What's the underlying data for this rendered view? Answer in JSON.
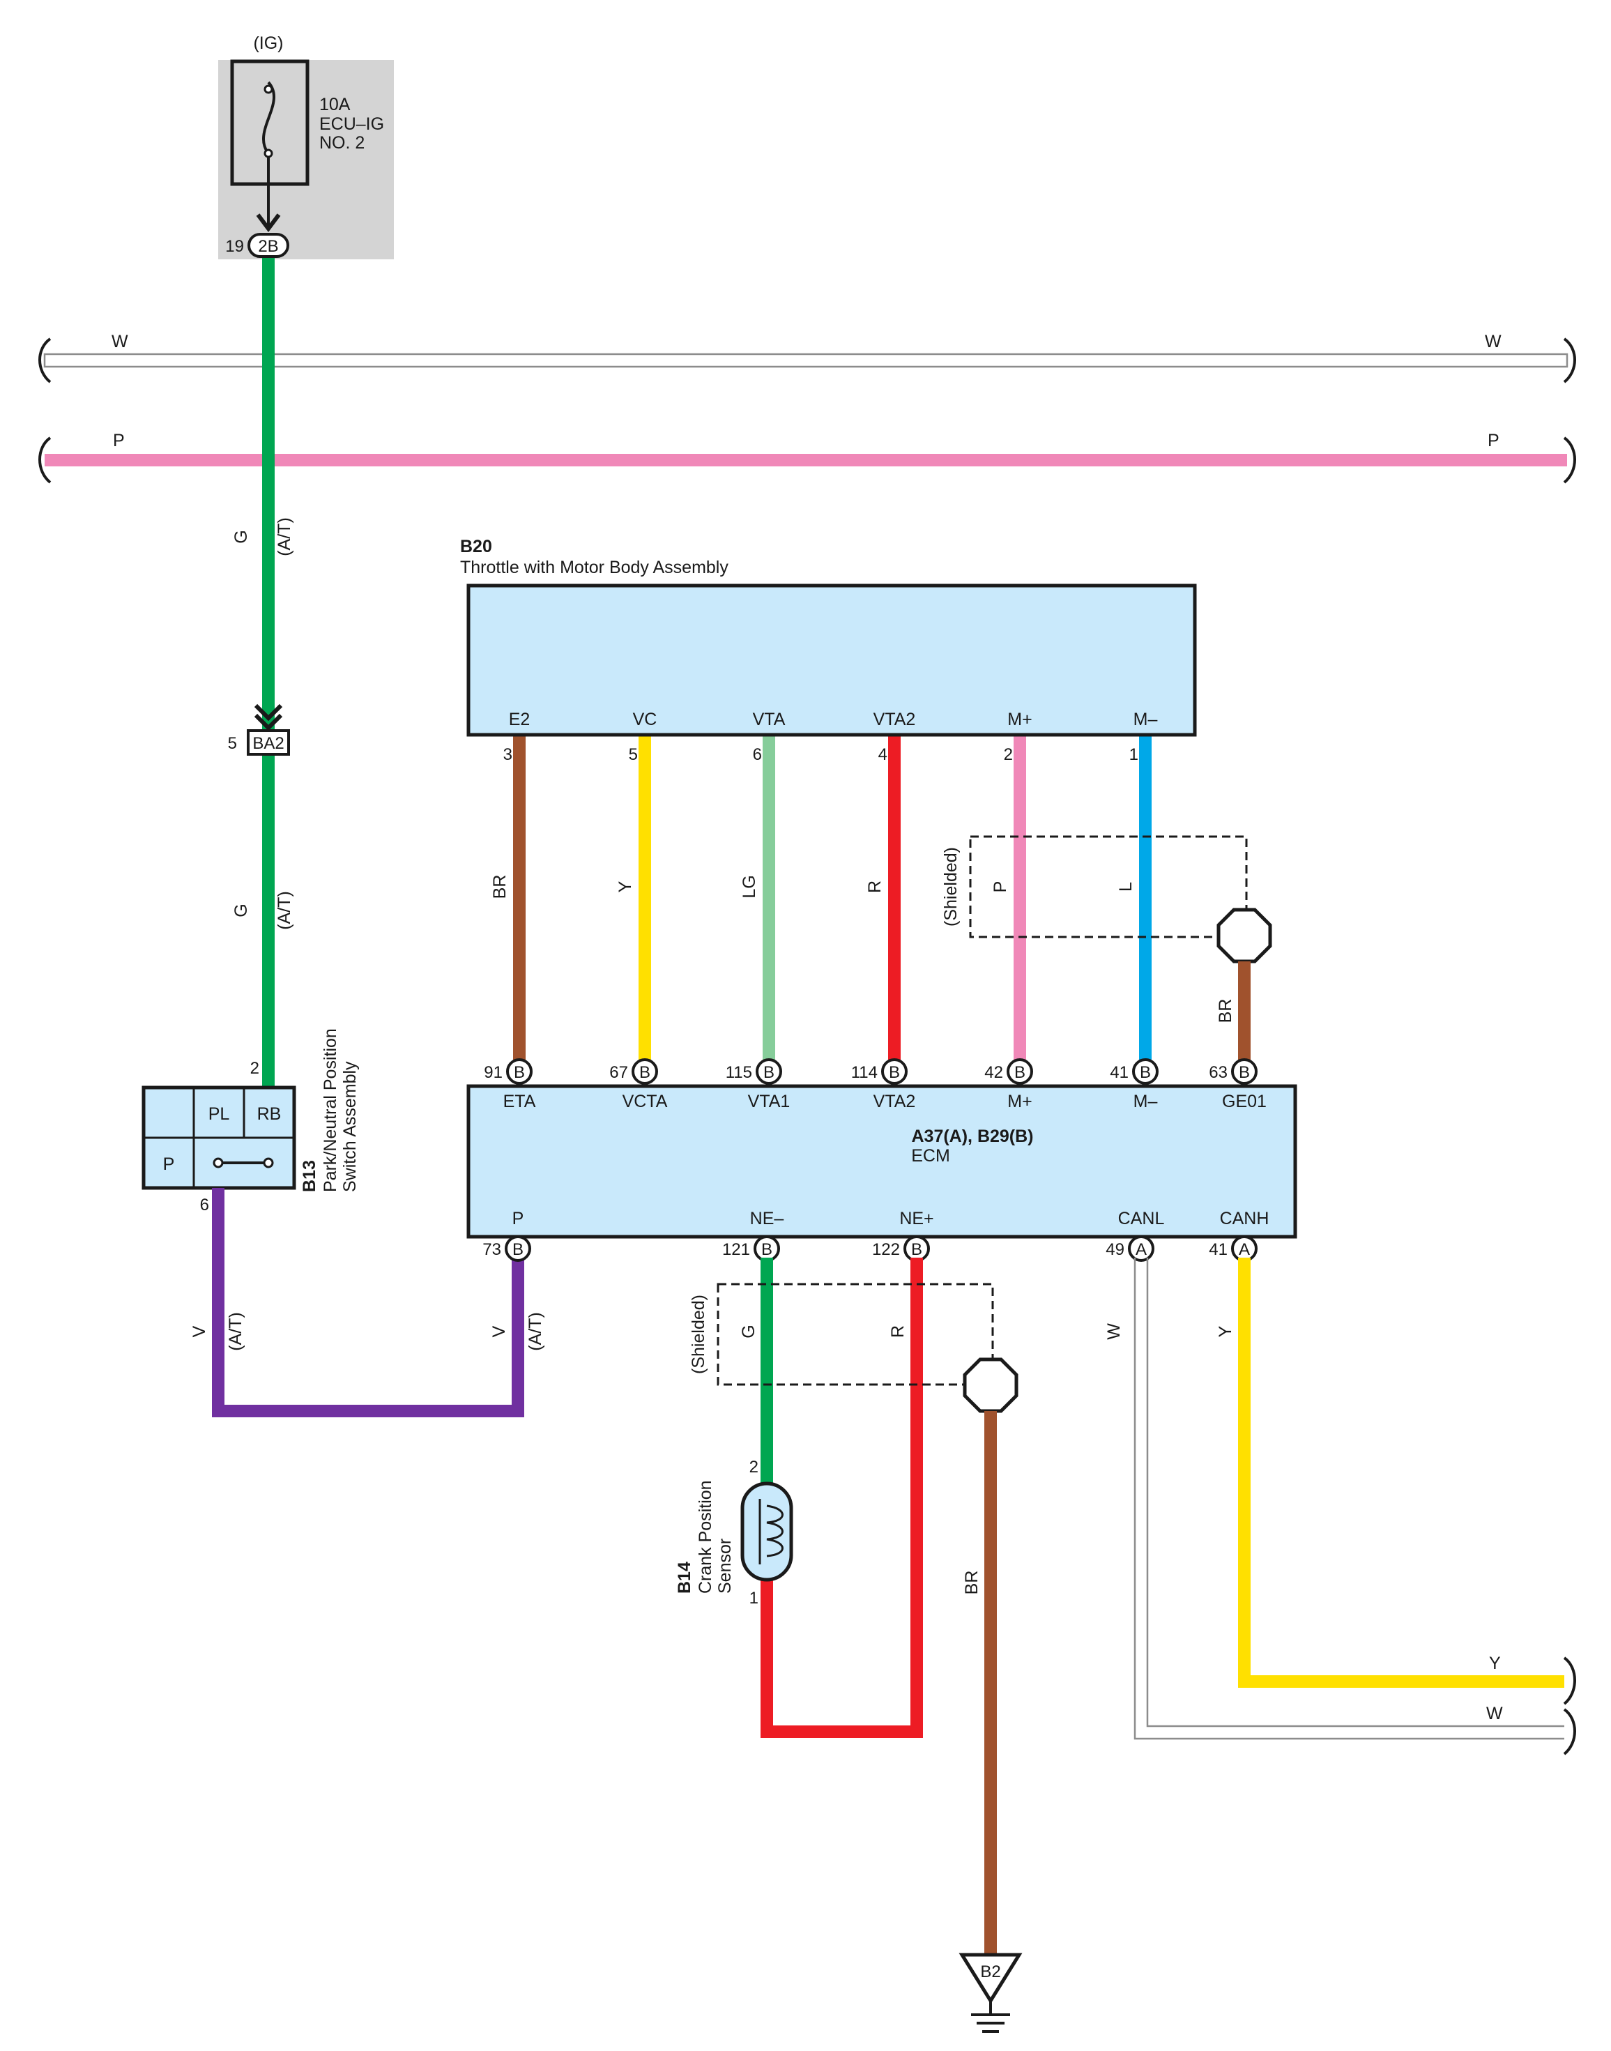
{
  "fuse": {
    "supply": "(IG)",
    "rating": "10A",
    "name_line1": "ECU–IG",
    "name_line2": "NO. 2",
    "pin": "19",
    "connector": "2B"
  },
  "buses": {
    "w_label": "W",
    "p_label": "P"
  },
  "throttle": {
    "code": "B20",
    "name": "Throttle with Motor Body Assembly",
    "terminals": [
      {
        "name": "E2",
        "pin": "3",
        "wire": "BR"
      },
      {
        "name": "VC",
        "pin": "5",
        "wire": "Y"
      },
      {
        "name": "VTA",
        "pin": "6",
        "wire": "LG"
      },
      {
        "name": "VTA2",
        "pin": "4",
        "wire": "R"
      },
      {
        "name": "M+",
        "pin": "2",
        "wire": "P"
      },
      {
        "name": "M–",
        "pin": "1",
        "wire": "L"
      }
    ],
    "shield_label": "(Shielded)",
    "shield_ground_wire": "BR"
  },
  "green_wire": {
    "color_code": "G",
    "note": "(A/T)",
    "junction_pin": "5",
    "junction": "BA2"
  },
  "nsw": {
    "code": "B13",
    "name_line1": "Park/Neutral Position",
    "name_line2": "Switch Assembly",
    "cells": [
      "PL",
      "RB",
      "P"
    ],
    "pin_top": "2",
    "pin_bottom": "6"
  },
  "violet_wire": {
    "color_code": "V",
    "note": "(A/T)"
  },
  "ecm": {
    "code": "A37(A), B29(B)",
    "name": "ECM",
    "top_terminals": [
      {
        "name": "ETA",
        "pin": "91",
        "conn": "B"
      },
      {
        "name": "VCTA",
        "pin": "67",
        "conn": "B"
      },
      {
        "name": "VTA1",
        "pin": "115",
        "conn": "B"
      },
      {
        "name": "VTA2",
        "pin": "114",
        "conn": "B"
      },
      {
        "name": "M+",
        "pin": "42",
        "conn": "B"
      },
      {
        "name": "M–",
        "pin": "41",
        "conn": "B"
      },
      {
        "name": "GE01",
        "pin": "63",
        "conn": "B"
      }
    ],
    "bottom_terminals": [
      {
        "name": "P",
        "pin": "73",
        "conn": "B"
      },
      {
        "name": "NE–",
        "pin": "121",
        "conn": "B"
      },
      {
        "name": "NE+",
        "pin": "122",
        "conn": "B"
      },
      {
        "name": "CANL",
        "pin": "49",
        "conn": "A"
      },
      {
        "name": "CANH",
        "pin": "41",
        "conn": "A"
      }
    ]
  },
  "crank": {
    "code": "B14",
    "name_line1": "Crank Position",
    "name_line2": "Sensor",
    "pin_top": "2",
    "pin_bottom": "1",
    "wire_neg": "G",
    "wire_pos": "R",
    "shield_label": "(Shielded)",
    "ground_wire": "BR"
  },
  "can": {
    "canl_wire": "W",
    "canh_wire": "Y",
    "out_y": "Y",
    "out_w": "W"
  },
  "ground": {
    "label": "B2"
  },
  "colors": {
    "G": "#00a651",
    "BR": "#a0522d",
    "Y": "#ffe000",
    "LG": "#86cd9a",
    "R": "#ed1c24",
    "P": "#f088b8",
    "L": "#00a8e8",
    "V": "#7030a0",
    "W_stroke": "#8c8c8c",
    "component_fill": "#c9e9fb",
    "fuse_box": "#d4d4d4"
  }
}
